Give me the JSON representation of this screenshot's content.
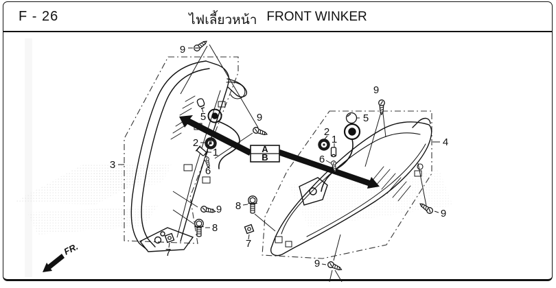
{
  "header": {
    "page_code": "F - 26",
    "title_thai": "ไฟเลี้ยวหน้า",
    "title_en": "FRONT WINKER"
  },
  "diagram": {
    "ref_table": {
      "row_a": "A",
      "row_b": "B"
    },
    "front_label": "FR.",
    "callouts": [
      {
        "label": "9",
        "loc": "left-top-screw"
      },
      {
        "label": "9",
        "loc": "left-mid-screw"
      },
      {
        "label": "5",
        "loc": "left-bulb"
      },
      {
        "label": "2",
        "loc": "left-grommet"
      },
      {
        "label": "1",
        "loc": "left-bulb-holder"
      },
      {
        "label": "6",
        "loc": "left-small-screw"
      },
      {
        "label": "3",
        "loc": "left-winker-unit"
      },
      {
        "label": "9",
        "loc": "left-bottom-screw"
      },
      {
        "label": "8",
        "loc": "left-flange-bolt"
      },
      {
        "label": "7",
        "loc": "left-square-nut"
      },
      {
        "label": "9",
        "loc": "right-top-screw"
      },
      {
        "label": "5",
        "loc": "right-bulb"
      },
      {
        "label": "2",
        "loc": "right-grommet"
      },
      {
        "label": "1",
        "loc": "right-bulb-holder"
      },
      {
        "label": "6",
        "loc": "right-small-screw"
      },
      {
        "label": "4",
        "loc": "right-winker-unit"
      },
      {
        "label": "8",
        "loc": "right-flange-bolt"
      },
      {
        "label": "7",
        "loc": "right-square-nut"
      },
      {
        "label": "9",
        "loc": "right-side-screw"
      },
      {
        "label": "9",
        "loc": "bottom-screw"
      }
    ]
  }
}
